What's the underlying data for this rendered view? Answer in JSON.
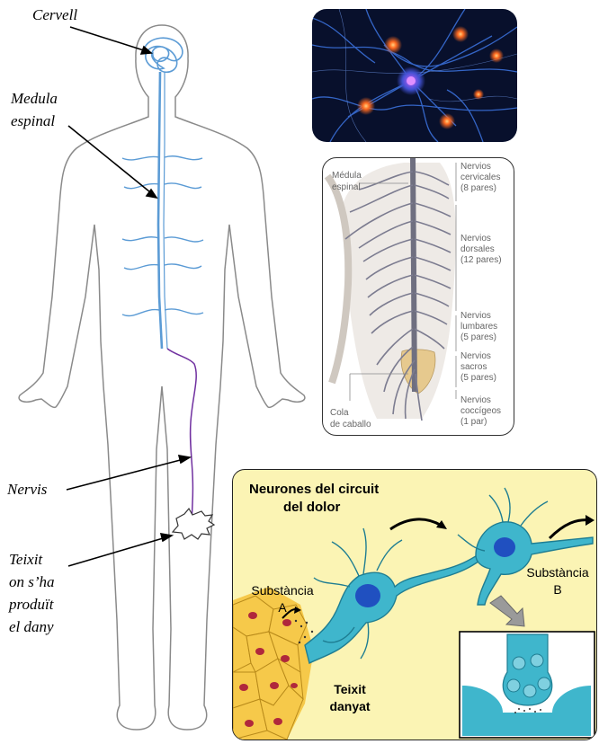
{
  "body_labels": {
    "brain": "Cervell",
    "spinal_cord_line1": "Medula",
    "spinal_cord_line2": "espinal",
    "nerves": "Nervis",
    "tissue_line1": "Teixit",
    "tissue_line2": "on s’ha",
    "tissue_line3": "produït",
    "tissue_line4": "el dany"
  },
  "spine_panel": {
    "medula_1": "Médula",
    "medula_2": "espinal",
    "cervical_1": "Nervios",
    "cervical_2": "cervicales",
    "cervical_3": "(8 pares)",
    "dorsal_1": "Nervios",
    "dorsal_2": "dorsales",
    "dorsal_3": "(12 pares)",
    "lumbar_1": "Nervios",
    "lumbar_2": "lumbares",
    "lumbar_3": "(5 pares)",
    "sacral_1": "Nervios",
    "sacral_2": "sacros",
    "sacral_3": "(5 pares)",
    "coccyx_1": "Nervios",
    "coccyx_2": "coccígeos",
    "coccyx_3": "(1 par)",
    "cauda_1": "Cola",
    "cauda_2": "de caballo"
  },
  "pain_panel": {
    "title_1": "Neurones del circuit",
    "title_2": "del dolor",
    "subst_a_1": "Substància",
    "subst_a_2": "A",
    "subst_b_1": "Substància",
    "subst_b_2": "B",
    "damaged_1": "Teixit",
    "damaged_2": "danyat"
  },
  "colors": {
    "nerve_blue": "#5b9bd5",
    "nerve_purple": "#7030a0",
    "pain_bg": "#fbf4b4",
    "neuron": "#3fb6cc",
    "neuron_nucleus": "#2050c0",
    "cell_yellow": "#f6c94a",
    "cell_red": "#b0283c",
    "neural_bg": "#0a1030"
  },
  "icons": [
    "neural-network-image",
    "spine-anatomy-image",
    "neuron-icon",
    "pain-burst-icon",
    "arrow-icon"
  ]
}
